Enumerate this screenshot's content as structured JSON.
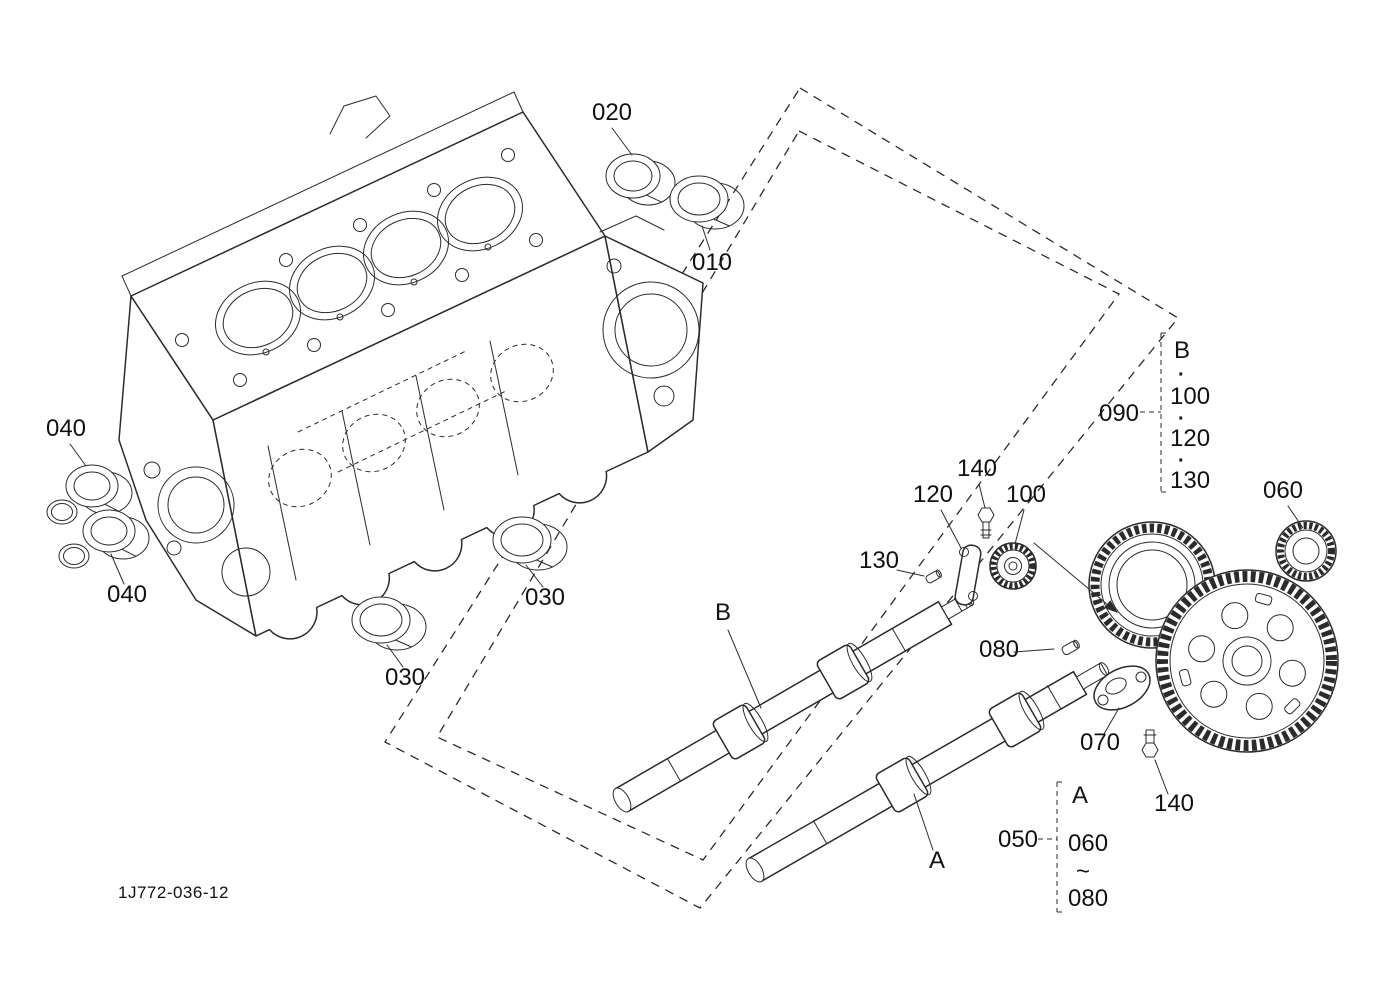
{
  "meta": {
    "background_color": "#ffffff",
    "line_color": "#2b2b2b",
    "label_color": "#111111",
    "description": "Exploded parts diagram: engine block, balancer shafts, bearings and gears"
  },
  "drawing_id": "1J772-036-12",
  "callouts": {
    "c020": "020",
    "c010": "010",
    "c040_top": "040",
    "c040_bottom": "040",
    "c030_right": "030",
    "c030_left": "030",
    "c130": "130",
    "c120": "120",
    "c140_top": "140",
    "c100": "100",
    "c060": "060",
    "c080": "080",
    "c070": "070",
    "c140_bottom": "140",
    "shaft_b": "B",
    "shaft_a": "A"
  },
  "group090": {
    "label": "090",
    "items": [
      "B",
      "100",
      "120",
      "130"
    ],
    "dot": "·"
  },
  "group050": {
    "label": "050",
    "items": [
      "A",
      "060",
      "~",
      "080"
    ]
  }
}
